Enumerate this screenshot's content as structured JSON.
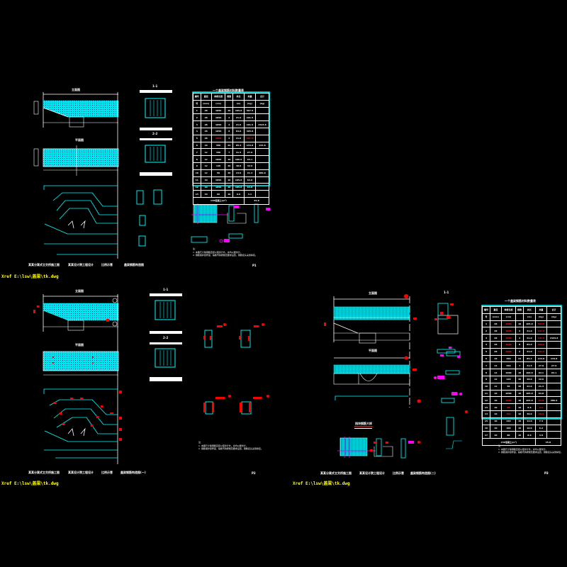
{
  "colors": {
    "background": "#000000",
    "line_primary": "#ffffff",
    "rebar": "#00ffff",
    "highlight": "#ff0000",
    "detail": "#ff00ff",
    "xref": "#ffff00"
  },
  "sheets": [
    {
      "id": "sheet-1",
      "views": {
        "elevation_title": "立面图",
        "plan_title": "平面图",
        "section_1": "1-1",
        "section_2": "2-2"
      },
      "title_block": {
        "project": "某某分离式立交桥施工图",
        "unit": "某某设计院工程设计",
        "scale": "比例示意",
        "drawing": "盖梁钢筋构造图"
      },
      "page": "P1",
      "notes": {
        "heading": "注：",
        "items": [
          "1. 本图尺寸除钢筋直径以毫米计外，余均以厘米计。",
          "2. 钢筋保护层厚度，箍筋弯钩按规范要求设置，钢筋接头采用焊接。"
        ]
      },
      "table": {
        "title": "一个盖梁钢筋材料数量表",
        "headers": [
          "编号",
          "直径",
          "单根长度",
          "根数",
          "共长",
          "共重",
          "合计"
        ],
        "units": [
          "号",
          "(mm)",
          "(cm)",
          "",
          "(m)",
          "(kg)",
          "(kg)"
        ],
        "rows": [
          [
            "1",
            "28",
            "1050",
            "10",
            "105.0",
            "507.5",
            ""
          ],
          [
            "2",
            "28",
            "1050",
            "2",
            "21.0",
            "101.5",
            ""
          ],
          [
            "3",
            "28",
            "1050",
            "2",
            "21.0",
            "101.5",
            "1523.8"
          ],
          [
            "4",
            "28",
            "1050",
            "8",
            "84.0",
            "405.9",
            ""
          ],
          [
            "5",
            "28",
            "1050",
            "2",
            "21.0",
            "101.5",
            ""
          ],
          [
            "6",
            "16",
            "356",
            "24",
            "85.4",
            "134.8",
            "134.8"
          ],
          [
            "7",
            "12",
            "450",
            "7",
            "31.5",
            "27.9",
            ""
          ],
          [
            "8",
            "12",
            "1060",
            "10",
            "106.0",
            "94.1",
            ""
          ],
          [
            "9",
            "12",
            "120",
            "40",
            "48.0",
            "42.6",
            ""
          ],
          [
            "10",
            "12",
            "50",
            "48",
            "24.0",
            "21.3",
            "286.9"
          ],
          [
            "11",
            "10",
            "1050",
            "10",
            "105.0",
            "64.8",
            ""
          ],
          [
            "12",
            "10",
            "1050",
            "10",
            "105.0",
            "64.8",
            ""
          ],
          [
            "13",
            "10",
            "66",
            "10",
            "6.6",
            "4.1",
            ""
          ]
        ],
        "footer_label": "C30混凝土(m³)",
        "footer_value": "45.8"
      },
      "xref": "Xref E:\\lsw\\盖梁\\tk.dwg"
    },
    {
      "id": "sheet-2",
      "views": {
        "elevation_title": "立面图",
        "plan_title": "平面图",
        "section_1": "1-1",
        "section_2": "2-2"
      },
      "title_block": {
        "project": "某某分离式立交桥施工图",
        "unit": "某某设计院工程设计",
        "scale": "比例示意",
        "drawing": "盖梁钢筋构造图(一)"
      },
      "page": "P2",
      "notes": {
        "heading": "注：",
        "items": [
          "1. 本图尺寸除钢筋直径以毫米计外，余均以厘米计。",
          "2. 钢筋保护层厚度，箍筋弯钩按规范要求设置，钢筋接头采用焊接。"
        ]
      },
      "xref": "Xref E:\\lsw\\盖梁\\tk.dwg"
    },
    {
      "id": "sheet-3",
      "views": {
        "elevation_title": "立面图",
        "plan_title": "平面图",
        "section_1": "1-1",
        "detail_title": "挡块钢筋大样"
      },
      "title_block": {
        "project": "某某分离式立交桥施工图",
        "unit": "某某设计院工程设计",
        "scale": "比例示意",
        "drawing": "盖梁钢筋构造图(二)"
      },
      "page": "P3",
      "notes": {
        "heading": "注：",
        "items": [
          "1. 本图尺寸除钢筋直径以毫米计外，余均以厘米计。",
          "2. 钢筋保护层厚度，箍筋弯钩按规范要求设置，钢筋接头采用焊接。"
        ]
      },
      "table": {
        "title": "一个盖梁钢筋材料数量表",
        "headers": [
          "编号",
          "直径",
          "单根长度",
          "根数",
          "共长",
          "共重",
          "合计"
        ],
        "units": [
          "号",
          "(mm)",
          "(cm)",
          "",
          "(m)",
          "(kg)",
          "(kg)"
        ],
        "rows": [
          [
            "1",
            "28",
            "1050",
            "10",
            "105.0",
            "507.5",
            ""
          ],
          [
            "2",
            "28",
            "1050",
            "2",
            "21.0",
            "101.5",
            ""
          ],
          [
            "3",
            "28",
            "1050",
            "2",
            "21.0",
            "101.5",
            "1523.8"
          ],
          [
            "4",
            "28",
            "1050",
            "8",
            "84.0",
            "405.9",
            ""
          ],
          [
            "5",
            "28",
            "1050",
            "2",
            "21.0",
            "101.5",
            ""
          ],
          [
            "6",
            "16",
            "356",
            "24",
            "85.4",
            "134.8",
            "134.8"
          ],
          [
            "7",
            "12",
            "450",
            "7",
            "31.5",
            "27.9",
            "27.9"
          ],
          [
            "8",
            "12",
            "1060",
            "10",
            "106.0",
            "94.1",
            "94.1"
          ],
          [
            "9",
            "12",
            "120",
            "40",
            "48.0",
            "42.6",
            ""
          ],
          [
            "10",
            "12",
            "50",
            "48",
            "24.0",
            "21.3",
            ""
          ],
          [
            "11",
            "10",
            "1050",
            "10",
            "105.0",
            "64.8",
            ""
          ],
          [
            "12",
            "10",
            "1050",
            "10",
            "105.0",
            "64.8",
            "286.9"
          ],
          [
            "13",
            "10",
            "66",
            "10",
            "6.6",
            "4.1",
            ""
          ],
          [
            "14",
            "10",
            "300",
            "10",
            "30.0",
            "18.5",
            ""
          ],
          [
            "15",
            "10",
            "120",
            "10",
            "12.0",
            "7.4",
            ""
          ],
          [
            "16",
            "10",
            "100",
            "10",
            "10.0",
            "6.2",
            ""
          ],
          [
            "17",
            "10",
            "80",
            "10",
            "8.0",
            "4.9",
            ""
          ]
        ],
        "red_rows": [
          0,
          1,
          2,
          3,
          4,
          11,
          12,
          13
        ],
        "footer_label": "C30混凝土(m³)",
        "footer_value": "45.8"
      },
      "xref": "Xref E:\\lsw\\盖梁\\tk.dwg"
    }
  ]
}
